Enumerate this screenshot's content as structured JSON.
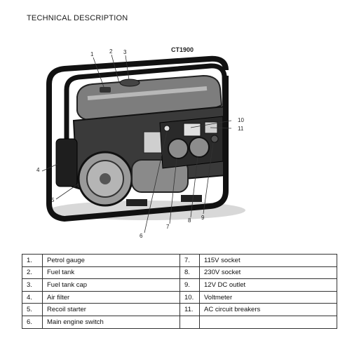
{
  "heading": "TECHNICAL DESCRIPTION",
  "model": "CT1900",
  "callouts": [
    "1",
    "2",
    "3",
    "4",
    "5",
    "6",
    "7",
    "8",
    "9",
    "10",
    "11"
  ],
  "parts_left": [
    {
      "num": "1.",
      "name": "Petrol gauge"
    },
    {
      "num": "2.",
      "name": "Fuel tank"
    },
    {
      "num": "3.",
      "name": "Fuel tank cap"
    },
    {
      "num": "4.",
      "name": "Air filter"
    },
    {
      "num": "5.",
      "name": "Recoil starter"
    },
    {
      "num": "6.",
      "name": "Main engine switch"
    }
  ],
  "parts_right": [
    {
      "num": "7.",
      "name": "115V socket"
    },
    {
      "num": "8.",
      "name": "230V socket"
    },
    {
      "num": "9.",
      "name": "12V DC outlet"
    },
    {
      "num": "10.",
      "name": "Voltmeter"
    },
    {
      "num": "11.",
      "name": "AC circuit breakers"
    },
    {
      "num": "",
      "name": ""
    }
  ]
}
